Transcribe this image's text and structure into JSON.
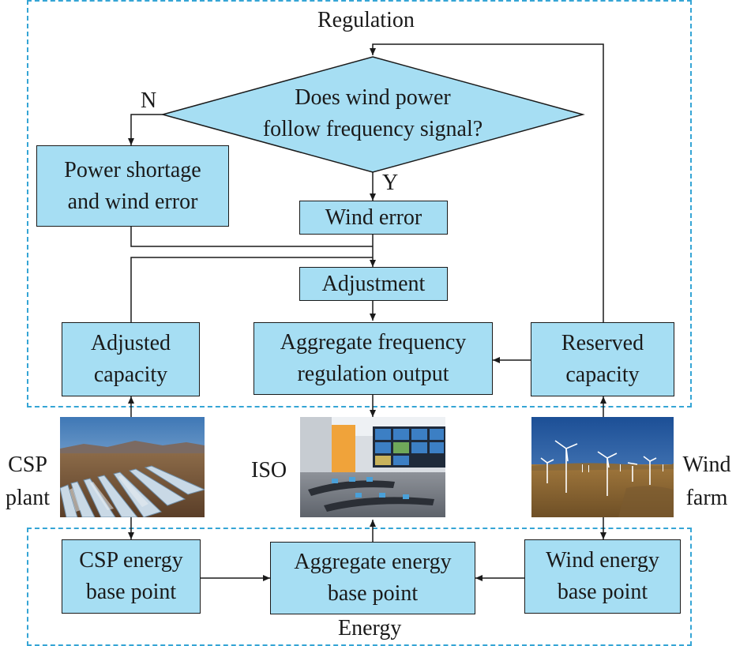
{
  "regions": {
    "regulation_label": "Regulation",
    "energy_label": "Energy"
  },
  "decision": {
    "line1": "Does wind power",
    "line2": "follow frequency signal?",
    "no_label": "N",
    "yes_label": "Y"
  },
  "boxes": {
    "power_shortage": [
      "Power shortage",
      "and wind error"
    ],
    "wind_error": [
      "Wind error"
    ],
    "adjustment": [
      "Adjustment"
    ],
    "adjusted_capacity": [
      "Adjusted",
      "capacity"
    ],
    "aggregate_frequency": [
      "Aggregate frequency",
      "regulation output"
    ],
    "reserved_capacity": [
      "Reserved",
      "capacity"
    ],
    "csp_energy": [
      "CSP energy",
      "base point"
    ],
    "aggregate_energy": [
      "Aggregate energy",
      "base point"
    ],
    "wind_energy": [
      "Wind energy",
      "base point"
    ]
  },
  "images": {
    "csp_label": [
      "CSP",
      "plant"
    ],
    "iso_label": "ISO",
    "wind_label": [
      "Wind",
      "farm"
    ]
  },
  "colors": {
    "box_fill": "#a6def3",
    "region_border": "#35a5d5",
    "line": "#1a1a1a"
  }
}
